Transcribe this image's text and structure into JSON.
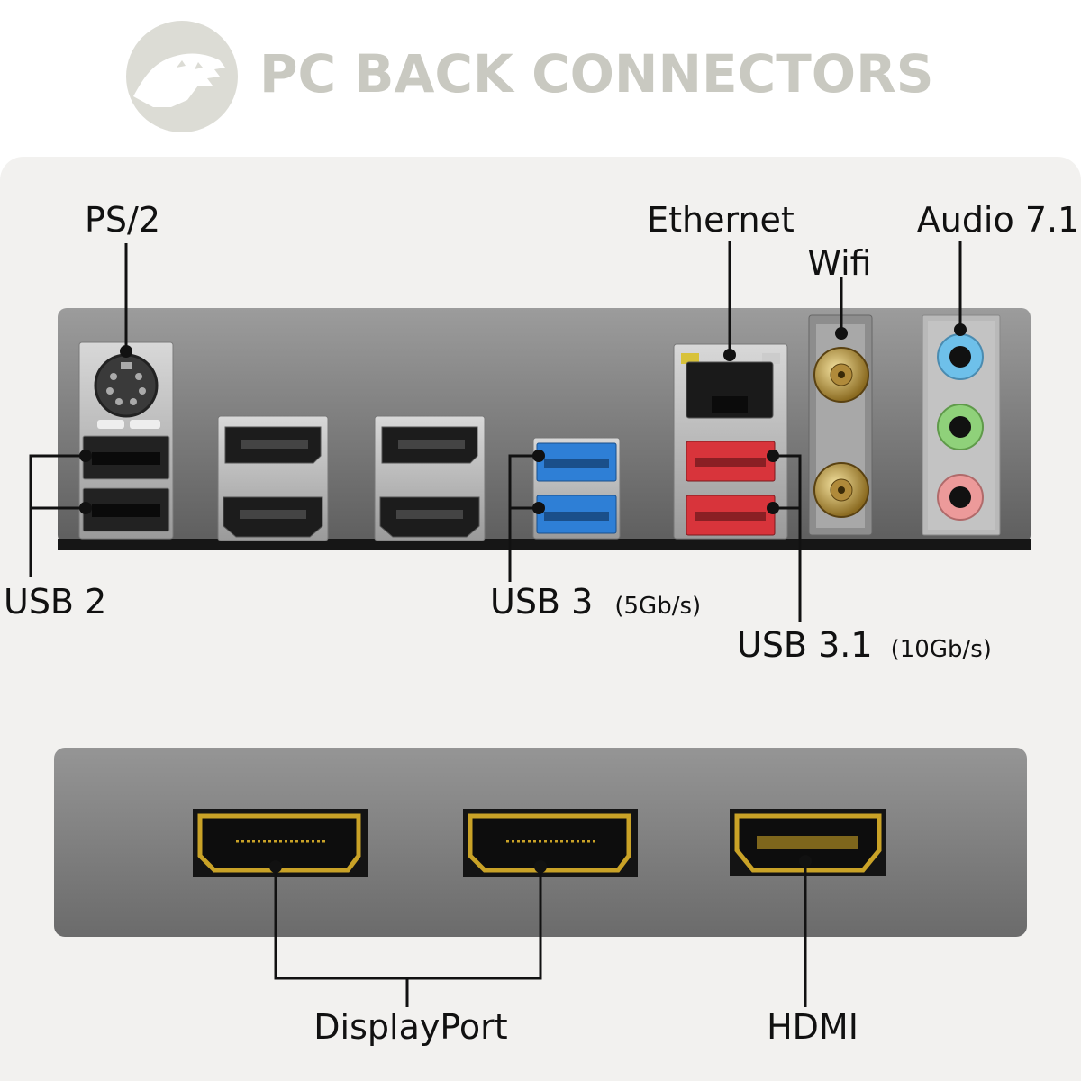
{
  "header": {
    "title": "PC BACK CONNECTORS",
    "logo_icon": "dinosaur-logo-icon",
    "title_color": "#c9c9c1"
  },
  "rear_panel": {
    "labels": {
      "ps2": "PS/2",
      "usb2": "USB 2",
      "usb3": "USB 3",
      "usb3_speed": "(5Gb/s)",
      "usb31": "USB 3.1",
      "usb31_speed": "(10Gb/s)",
      "ethernet": "Ethernet",
      "wifi": "Wifi",
      "audio": "Audio 7.1"
    },
    "colors": {
      "usb3": "#2e7fd6",
      "usb31": "#d8343b",
      "audio_blue": "#6ec0ea",
      "audio_green": "#8fd17a",
      "audio_pink": "#ec9a9a"
    }
  },
  "gpu_panel": {
    "labels": {
      "displayport": "DisplayPort",
      "hdmi": "HDMI"
    },
    "colors": {
      "gold": "#c9a227"
    }
  }
}
